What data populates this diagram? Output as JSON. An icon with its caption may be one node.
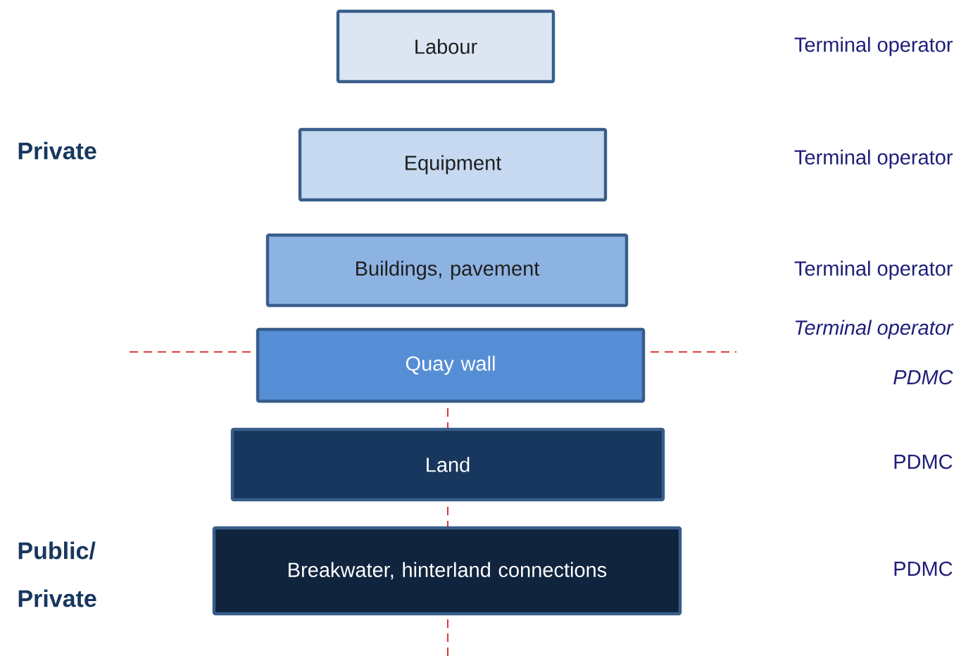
{
  "diagram": {
    "nodes": [
      {
        "text": [
          "Labour"
        ]
      },
      {
        "text": [
          "Equipment"
        ]
      },
      {
        "text": [
          "Buildings, pavement"
        ]
      },
      {
        "text": [
          "Quay wall"
        ]
      },
      {
        "text": [
          "Land"
        ]
      },
      {
        "text": [
          "Breakwater, hinterland connections"
        ]
      }
    ],
    "labels": [
      "Terminal operator",
      "Private",
      "Terminal operator",
      "Terminal operator",
      "Terminal operator",
      "PDMC",
      "PDMC",
      "Public/ Private",
      "PDMC"
    ]
  }
}
